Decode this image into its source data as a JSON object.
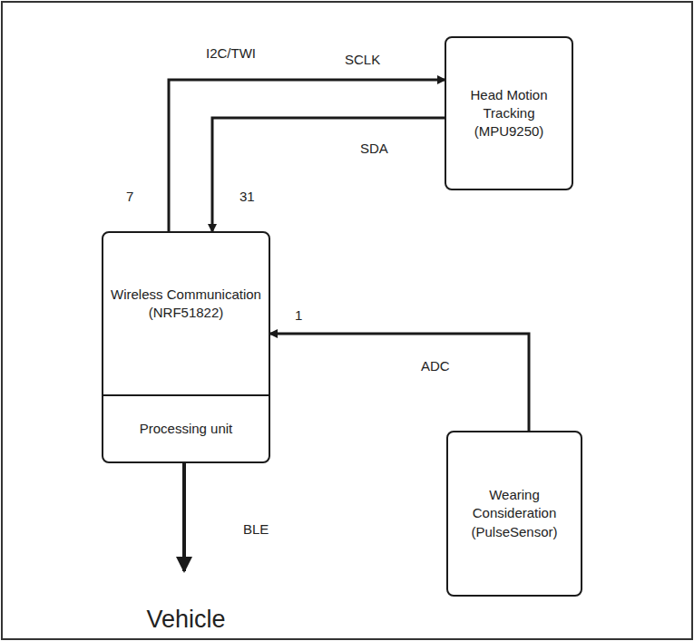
{
  "diagram": {
    "nodes": [
      {
        "text": [
          "Head Motion Tracking (MPU9250)"
        ]
      },
      {
        "text": [
          "Wireless Communication (NRF51822)"
        ]
      },
      {
        "text": [
          "Processing unit"
        ],
        "in": 1
      },
      {
        "text": [
          "Wearing Consideration (PulseSensor)"
        ]
      },
      {
        "text": [
          "Vehicle"
        ]
      }
    ],
    "edges": [
      {
        "from": 1,
        "to": 0,
        "arrow": "to",
        "label": "SCLK"
      },
      {
        "from": 0,
        "to": 1,
        "arrow": "to",
        "label": "SDA"
      },
      {
        "from": 3,
        "to": 1,
        "arrow": "to",
        "label": "ADC"
      },
      {
        "from": 2,
        "to": 4,
        "arrow": "to",
        "label": "BLE"
      }
    ],
    "labels": [
      "I2C/TWI",
      "7",
      "31",
      "1"
    ]
  }
}
